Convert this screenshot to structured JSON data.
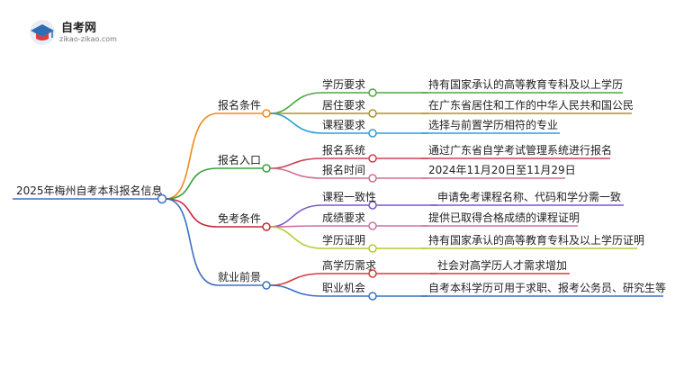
{
  "logo": {
    "icon": "graduation-cap-icon",
    "title": "自考网",
    "subtitle": "zikao-zikao.com"
  },
  "mindmap": {
    "root": "2025年梅州自考本科报名信息",
    "branches": [
      {
        "label": "报名条件",
        "color": "#f08a20",
        "children": [
          {
            "label": "学历要求",
            "detail": "持有国家承认的高等教育专科及以上学历",
            "color": "#4aaa3c"
          },
          {
            "label": "居住要求",
            "detail": "在广东省居住和工作的中华人民共和国公民",
            "color": "#a8962a"
          },
          {
            "label": "课程要求",
            "detail": "选择与前置学历相符的专业",
            "color": "#2d9fd0"
          }
        ]
      },
      {
        "label": "报名入口",
        "color": "#3aa040",
        "children": [
          {
            "label": "报名系统",
            "detail": "通过广东省自学考试管理系统进行报名",
            "color": "#d04050"
          },
          {
            "label": "报名时间",
            "detail": "2024年11月20日至11月29日",
            "color": "#d07090"
          }
        ]
      },
      {
        "label": "免考条件",
        "color": "#c8283a",
        "children": [
          {
            "label": "课程一致性",
            "detail": "申请免考课程名称、代码和学分需一致",
            "color": "#7a58c8"
          },
          {
            "label": "成绩要求",
            "detail": "提供已取得合格成绩的课程证明",
            "color": "#d070a8"
          },
          {
            "label": "学历证明",
            "detail": "持有国家承认的高等教育专科及以上学历证明",
            "color": "#b8c830"
          }
        ]
      },
      {
        "label": "就业前景",
        "color": "#3a70c0",
        "children": [
          {
            "label": "高学历需求",
            "detail": "社会对高学历人才需求增加",
            "color": "#d83a3a"
          },
          {
            "label": "职业机会",
            "detail": "自考本科学历可用于求职、报考公务员、研究生等",
            "color": "#3a70c0"
          }
        ]
      }
    ]
  }
}
